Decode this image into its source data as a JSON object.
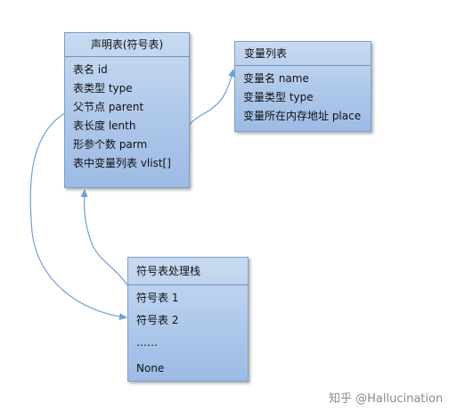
{
  "declaration_table": {
    "title": "声明表(符号表)",
    "fields": [
      "表名 id",
      "表类型 type",
      "父节点 parent",
      "表长度 lenth",
      "形参个数 parm",
      "表中变量列表 vlist[]"
    ]
  },
  "variable_list": {
    "title": "变量列表",
    "fields": [
      "变量名 name",
      "变量类型 type",
      "变量所在内存地址 place"
    ]
  },
  "symbol_stack": {
    "title": "符号表处理栈",
    "items": [
      "符号表 1",
      "符号表 2",
      "……",
      "None"
    ]
  },
  "watermark": "知乎 @Hallucination",
  "colors": {
    "box_fill": "#aec8ea",
    "box_border": "#7e9fc8",
    "arrow": "#6f9fd8"
  }
}
